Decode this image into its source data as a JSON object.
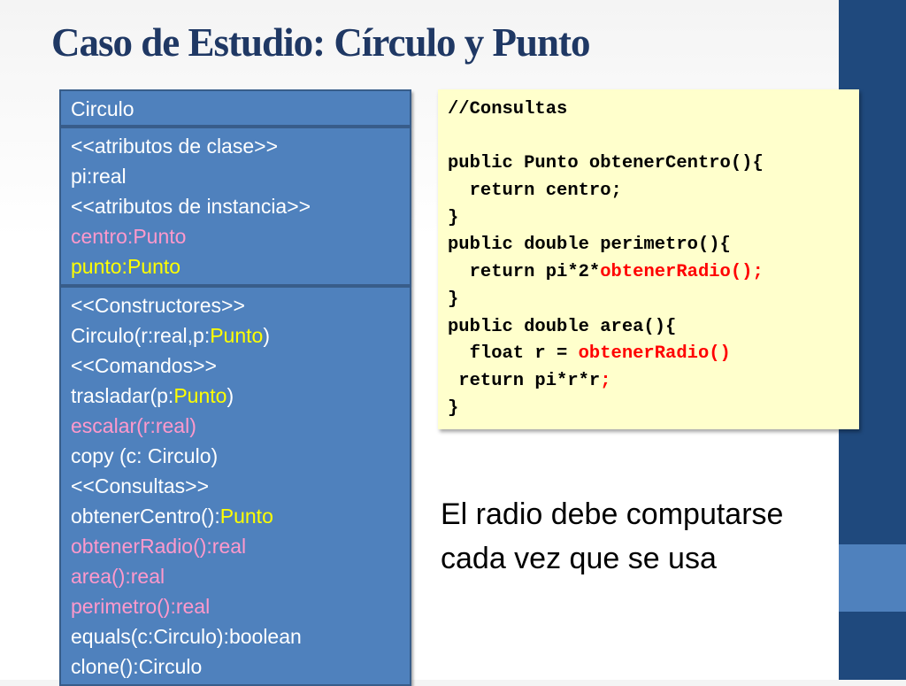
{
  "slide": {
    "title": "Caso de Estudio: Círculo y Punto",
    "note": [
      "El radio debe computarse",
      "cada vez que se usa"
    ]
  },
  "uml": {
    "class_name": "Circulo",
    "attributes": [
      [
        {
          "t": "<<atributos de clase>>",
          "c": "w"
        }
      ],
      [
        {
          "t": "pi:real",
          "c": "w"
        }
      ],
      [
        {
          "t": "<<atributos de instancia>>",
          "c": "w"
        }
      ],
      [
        {
          "t": "centro:Punto",
          "c": "p"
        }
      ],
      [
        {
          "t": "punto:Punto",
          "c": "y"
        }
      ]
    ],
    "methods": [
      [
        {
          "t": "<<Constructores>>",
          "c": "w"
        }
      ],
      [
        {
          "t": "Circulo(r:real,p:",
          "c": "w"
        },
        {
          "t": "Punto",
          "c": "y"
        },
        {
          "t": ")",
          "c": "w"
        }
      ],
      [
        {
          "t": "<<Comandos>>",
          "c": "w"
        }
      ],
      [
        {
          "t": "trasladar(p:",
          "c": "w"
        },
        {
          "t": "Punto",
          "c": "y"
        },
        {
          "t": ")",
          "c": "w"
        }
      ],
      [
        {
          "t": "escalar(r:real)",
          "c": "p"
        }
      ],
      [
        {
          "t": "copy (c: Circulo)",
          "c": "w"
        }
      ],
      [
        {
          "t": "<<Consultas>>",
          "c": "w"
        }
      ],
      [
        {
          "t": "obtenerCentro():",
          "c": "w"
        },
        {
          "t": "Punto",
          "c": "y"
        }
      ],
      [
        {
          "t": "obtenerRadio():real",
          "c": "p"
        }
      ],
      [
        {
          "t": "area():real",
          "c": "p"
        }
      ],
      [
        {
          "t": "perimetro():real",
          "c": "p"
        }
      ],
      [
        {
          "t": "equals(c:Circulo):boolean",
          "c": "w"
        }
      ],
      [
        {
          "t": "clone():Circulo",
          "c": "w"
        }
      ]
    ]
  },
  "code": [
    [
      {
        "t": "//Consultas",
        "c": "k"
      }
    ],
    [],
    [
      {
        "t": "public Punto obtenerCentro(){",
        "c": "k"
      }
    ],
    [
      {
        "t": "  return centro;",
        "c": "k"
      }
    ],
    [
      {
        "t": "}",
        "c": "k"
      }
    ],
    [
      {
        "t": "public double perimetro(){",
        "c": "k"
      }
    ],
    [
      {
        "t": "  return pi*2*",
        "c": "k"
      },
      {
        "t": "obtenerRadio();",
        "c": "r"
      }
    ],
    [
      {
        "t": "}",
        "c": "k"
      }
    ],
    [
      {
        "t": "public double area(){",
        "c": "k"
      }
    ],
    [
      {
        "t": "  float r = ",
        "c": "k"
      },
      {
        "t": "obtenerRadio()",
        "c": "r"
      }
    ],
    [
      {
        "t": " return pi*r*r",
        "c": "k"
      },
      {
        "t": ";",
        "c": "r"
      }
    ],
    [
      {
        "t": "}",
        "c": "k"
      }
    ]
  ],
  "colors": {
    "sidebar": "#1f497d",
    "sidebar_accent": "#4f81bd",
    "uml_fill": "#4f81bd",
    "highlight_pink": "#ff99cc",
    "highlight_yellow": "#ffff00",
    "code_bg": "#ffffcc",
    "code_red": "#ff0000"
  }
}
